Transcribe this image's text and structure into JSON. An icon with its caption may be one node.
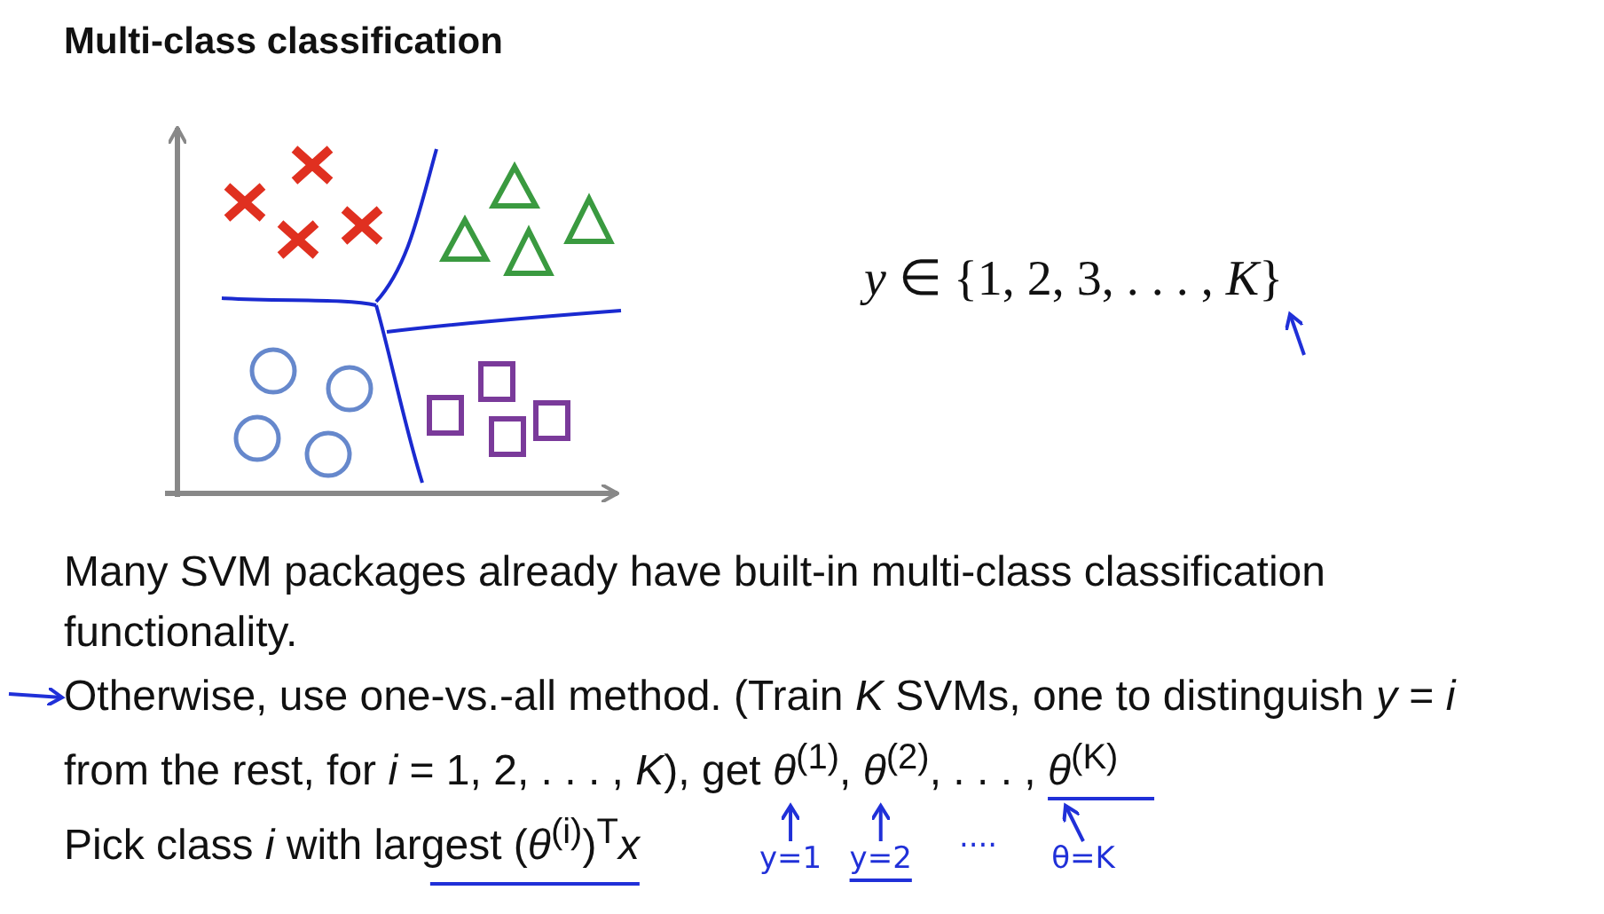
{
  "diagram": {
    "title": "Multi-class classification",
    "nodes": [
      {
        "text": [
          "Otherwise, use one-vs.-all method. (Train *K* SVMs, one to distinguish *y* = *i* from the rest, for *i* = 1, 2, . . . , *K*), get *θ*$^{(1)}$, *θ*$^{(2)}$, . . . , *θ*$^{(K)}$"
        ]
      },
      {
        "text": [
          "y=1"
        ]
      },
      {
        "text": [
          "y=2"
        ]
      },
      {
        "text": [
          "θ=K"
        ]
      }
    ],
    "edges": [
      {
        "from": 1,
        "to": 0,
        "arrow": "to"
      },
      {
        "from": 2,
        "to": 0,
        "arrow": "to"
      },
      {
        "from": 3,
        "to": 0,
        "arrow": "to"
      },
      {
        "from": null,
        "to": 0,
        "arrow": "to"
      }
    ],
    "labels": [
      "*y* ∈ {1, 2, 3, . . . , *K*}",
      "Many SVM packages already have built-in multi-class classification functionality.",
      "Pick class *i* with largest (*θ*$^{(i)}$)$^{T}$*x*",
      "...."
    ]
  }
}
